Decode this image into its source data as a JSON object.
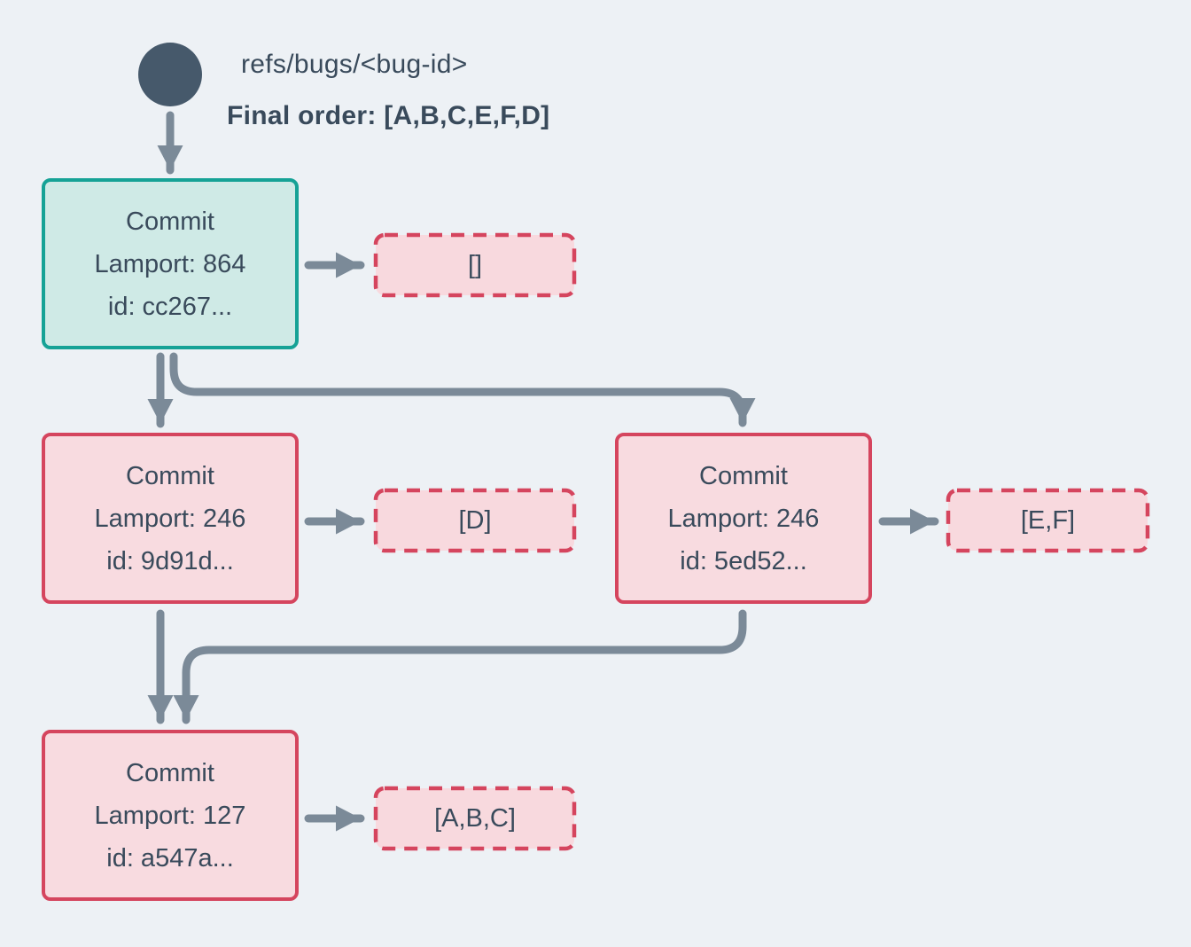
{
  "diagram": {
    "ref": {
      "label": "refs/bugs/<bug-id>",
      "final_order": "Final order: [A,B,C,E,F,D]"
    },
    "commits": [
      {
        "title": "Commit",
        "lamport": "Lamport: 864",
        "id": "id: cc267...",
        "operations": "[]",
        "variant": "teal"
      },
      {
        "title": "Commit",
        "lamport": "Lamport: 246",
        "id": "id: 9d91d...",
        "operations": "[D]",
        "variant": "pink"
      },
      {
        "title": "Commit",
        "lamport": "Lamport: 246",
        "id": "id: 5ed52...",
        "operations": "[E,F]",
        "variant": "pink"
      },
      {
        "title": "Commit",
        "lamport": "Lamport: 127",
        "id": "id: a547a...",
        "operations": "[A,B,C]",
        "variant": "pink"
      }
    ],
    "colors": {
      "background": "#EDF1F5",
      "ref_circle": "#46596B",
      "arrow": "#7B8A98",
      "teal_border": "#16A296",
      "teal_fill": "#CFEAE6",
      "red_border": "#D5455E",
      "pink_fill": "#F8DBE0",
      "pink_dashed_fill": "#F8D9DE",
      "text": "#394A5B"
    }
  }
}
